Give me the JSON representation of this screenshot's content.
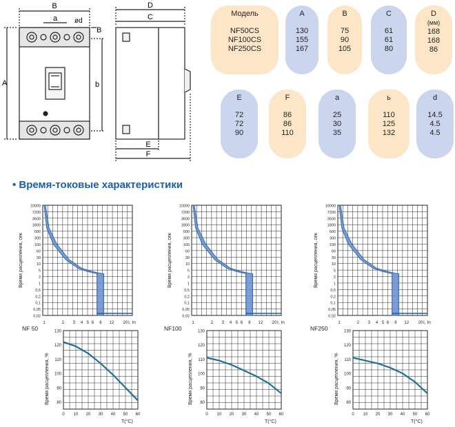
{
  "drawing": {
    "front_labels": {
      "B": "B",
      "a": "a",
      "d": "ød",
      "B_side": "B",
      "A": "A",
      "b": "b"
    },
    "side_labels": {
      "D": "D",
      "C": "C",
      "E": "E",
      "F": "F"
    }
  },
  "dimensions": {
    "row1": [
      {
        "header": "Модель",
        "values": [
          "NF50CS",
          "NF100CS",
          "NF250CS"
        ],
        "color": "#fde6c8"
      },
      {
        "header": "A",
        "values": [
          "130",
          "155",
          "167"
        ],
        "color": "#ccd5ee"
      },
      {
        "header": "B",
        "values": [
          "75",
          "90",
          "105"
        ],
        "color": "#fde6c8"
      },
      {
        "header": "C",
        "values": [
          "61",
          "61",
          "80"
        ],
        "color": "#ccd5ee"
      },
      {
        "header": "D",
        "header2": "(мм)",
        "values": [
          "168",
          "168",
          "86"
        ],
        "color": "#fde6c8"
      }
    ],
    "row2": [
      {
        "header": "E",
        "values": [
          "72",
          "72",
          "90"
        ],
        "color": "#ccd5ee"
      },
      {
        "header": "F",
        "values": [
          "86",
          "86",
          "110"
        ],
        "color": "#fde6c8"
      },
      {
        "header": "a",
        "values": [
          "25",
          "30",
          "35"
        ],
        "color": "#ccd5ee"
      },
      {
        "header": "ь",
        "values": [
          "110",
          "125",
          "132"
        ],
        "color": "#fde6c8"
      },
      {
        "header": "d",
        "values": [
          "14.5",
          "4.5",
          "4.5"
        ],
        "color": "#ccd5ee"
      }
    ]
  },
  "section_title": "• Время-токовые характеристики",
  "colors": {
    "accent": "#1b5ea9",
    "band": "#6f93d0",
    "grid": "#222222"
  },
  "chart_data": [
    {
      "type": "area",
      "xlabel": "I, In",
      "ylabel": "Время расцепления, сек",
      "x_ticks": [
        "1",
        "2",
        "3",
        "4",
        "5",
        "6",
        "8",
        "12",
        "20"
      ],
      "y_ticks": [
        "10000",
        "7200",
        "3600",
        "1800",
        "600",
        "300",
        "100",
        "60",
        "30",
        "10",
        "5",
        "2",
        "1",
        "0,5",
        "0,2",
        "0,1",
        "0,05",
        "0,02"
      ],
      "band_upper": [
        [
          1.05,
          10000
        ],
        [
          1.2,
          1000
        ],
        [
          1.6,
          100
        ],
        [
          2.5,
          20
        ],
        [
          4,
          6
        ],
        [
          6,
          4
        ],
        [
          8.5,
          3
        ],
        [
          9,
          3
        ],
        [
          9,
          0.02
        ]
      ],
      "band_lower": [
        [
          1.0,
          10000
        ],
        [
          1.1,
          1000
        ],
        [
          1.4,
          100
        ],
        [
          2.2,
          20
        ],
        [
          3.5,
          6
        ],
        [
          5,
          4
        ],
        [
          7,
          3
        ],
        [
          7,
          0.02
        ]
      ]
    },
    {
      "type": "area",
      "xlabel": "I, In",
      "ylabel": "Время расцепления, сек",
      "x_ticks": [
        "1",
        "2",
        "3",
        "4",
        "5",
        "6",
        "8",
        "12",
        "20"
      ],
      "y_ticks": [
        "10000",
        "7200",
        "3600",
        "1800",
        "600",
        "300",
        "100",
        "60",
        "30",
        "10",
        "5",
        "2",
        "1",
        "0,5",
        "0,2",
        "0,1",
        "0,05",
        "0,02"
      ]
    },
    {
      "type": "area",
      "xlabel": "I, In",
      "ylabel": "Время расцепления, сек",
      "x_ticks": [
        "1",
        "2",
        "3",
        "4",
        "5",
        "6",
        "8",
        "12",
        "20"
      ],
      "y_ticks": [
        "10000",
        "7200",
        "3600",
        "1800",
        "600",
        "300",
        "100",
        "60",
        "30",
        "10",
        "5",
        "2",
        "1",
        "0,5",
        "0,2",
        "0,1",
        "0,05",
        "0,02"
      ]
    },
    {
      "type": "line",
      "label": "NF 50",
      "xlabel": "T(°C)",
      "ylabel": "Время расцепления, %",
      "x_ticks": [
        "0",
        "10",
        "20",
        "30",
        "40",
        "50",
        "60"
      ],
      "y_ticks": [
        "130",
        "120",
        "110",
        "100",
        "90",
        "80"
      ],
      "xlim": [
        0,
        60
      ],
      "ylim": [
        75,
        130
      ],
      "x": [
        0,
        10,
        20,
        30,
        40,
        50,
        60
      ],
      "y": [
        122,
        119,
        114,
        107,
        99,
        90,
        81
      ]
    },
    {
      "type": "line",
      "label": "NF100",
      "xlabel": "T(°C)",
      "ylabel": "Время расцепления, %",
      "x_ticks": [
        "0",
        "10",
        "20",
        "30",
        "40",
        "50",
        "60"
      ],
      "y_ticks": [
        "130",
        "120",
        "110",
        "100",
        "90",
        "80"
      ],
      "xlim": [
        0,
        60
      ],
      "ylim": [
        75,
        130
      ],
      "x": [
        0,
        10,
        20,
        30,
        40,
        50,
        60
      ],
      "y": [
        111,
        109,
        106,
        102,
        98,
        93,
        86
      ]
    },
    {
      "type": "line",
      "label": "NF250",
      "xlabel": "T(°C)",
      "ylabel": "Время расцепления, %",
      "x_ticks": [
        "0",
        "10",
        "20",
        "30",
        "40",
        "50",
        "60"
      ],
      "y_ticks": [
        "130",
        "120",
        "110",
        "100",
        "90",
        "80"
      ],
      "xlim": [
        0,
        60
      ],
      "ylim": [
        75,
        130
      ],
      "x": [
        0,
        10,
        20,
        30,
        40,
        50,
        60
      ],
      "y": [
        111,
        109,
        107,
        104,
        100,
        94,
        86
      ]
    }
  ]
}
